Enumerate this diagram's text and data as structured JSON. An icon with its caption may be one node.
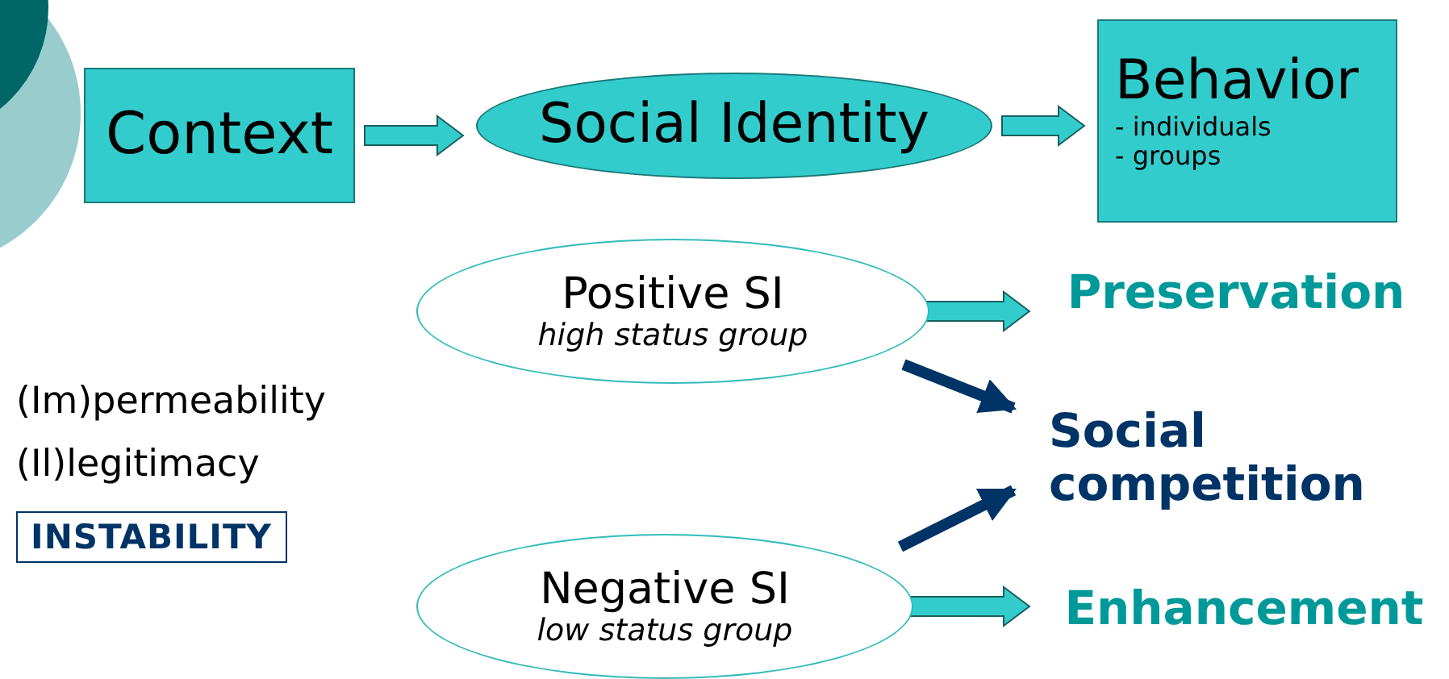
{
  "diagram": {
    "nodes": [
      {
        "text": [
          "Context"
        ]
      },
      {
        "text": [
          "Social Identity"
        ]
      },
      {
        "text": [
          "Behavior",
          "- individuals",
          "- groups"
        ]
      },
      {
        "text": [
          "Positive SI",
          "high status group"
        ]
      },
      {
        "text": [
          "Preservation"
        ]
      },
      {
        "text": [
          "Social competition"
        ]
      },
      {
        "text": [
          "Negative SI",
          "low status group"
        ]
      },
      {
        "text": [
          "Enhancement"
        ]
      }
    ],
    "edges": [
      {
        "from": 0,
        "to": 1,
        "arrow": "to"
      },
      {
        "from": 1,
        "to": 2,
        "arrow": "to"
      },
      {
        "from": 3,
        "to": 4,
        "arrow": "to"
      },
      {
        "from": 3,
        "to": 5,
        "arrow": "to",
        "color": "#003366"
      },
      {
        "from": 6,
        "to": 5,
        "arrow": "to",
        "color": "#003366"
      },
      {
        "from": 6,
        "to": 7,
        "arrow": "to"
      }
    ],
    "labels": [
      "(Im)permeability",
      "(Il)legitimacy",
      "INSTABILITY"
    ]
  }
}
